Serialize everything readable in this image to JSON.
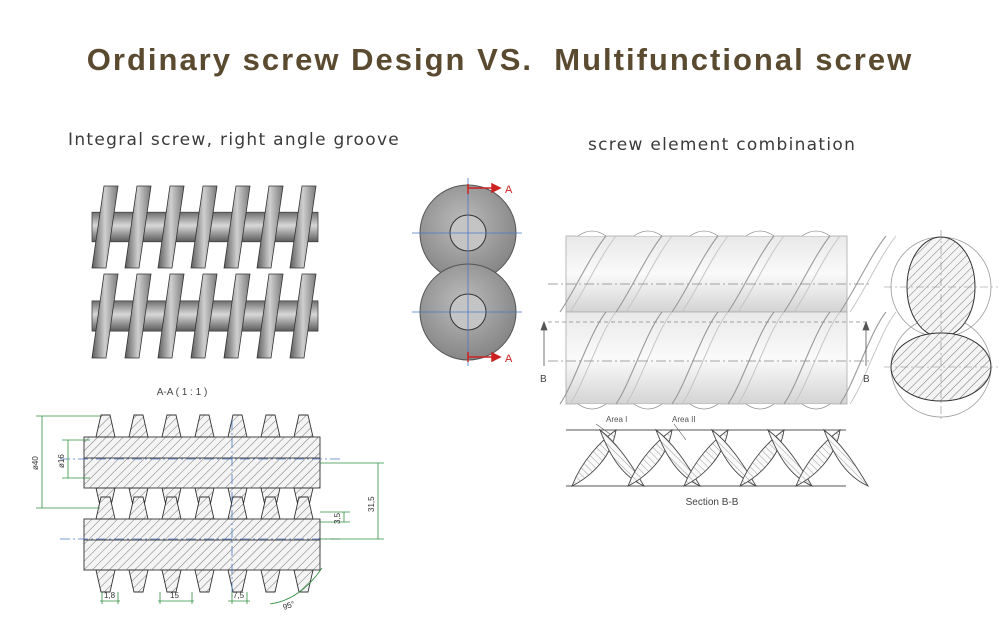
{
  "title": "Ordinary screw Design VS.  Multifunctional screw",
  "left_panel": {
    "subtitle": "Integral screw, right angle groove",
    "section_label": "A-A ( 1 : 1 )",
    "dimensions": [
      "ø40",
      "ø16",
      "31,5",
      "3,5",
      "1,8",
      "15",
      "7,5",
      "95°"
    ]
  },
  "right_panel": {
    "subtitle": "screw element combination",
    "cut_label_a": "A",
    "cut_label_b": "B",
    "area_1": "Area I",
    "area_2": "Area II",
    "section_label": "Section B-B"
  },
  "colors": {
    "title": "#5a4a30",
    "cut_marker": "#cc2222",
    "centerline": "#4a78c8",
    "dimension": "#2f8f3f"
  }
}
